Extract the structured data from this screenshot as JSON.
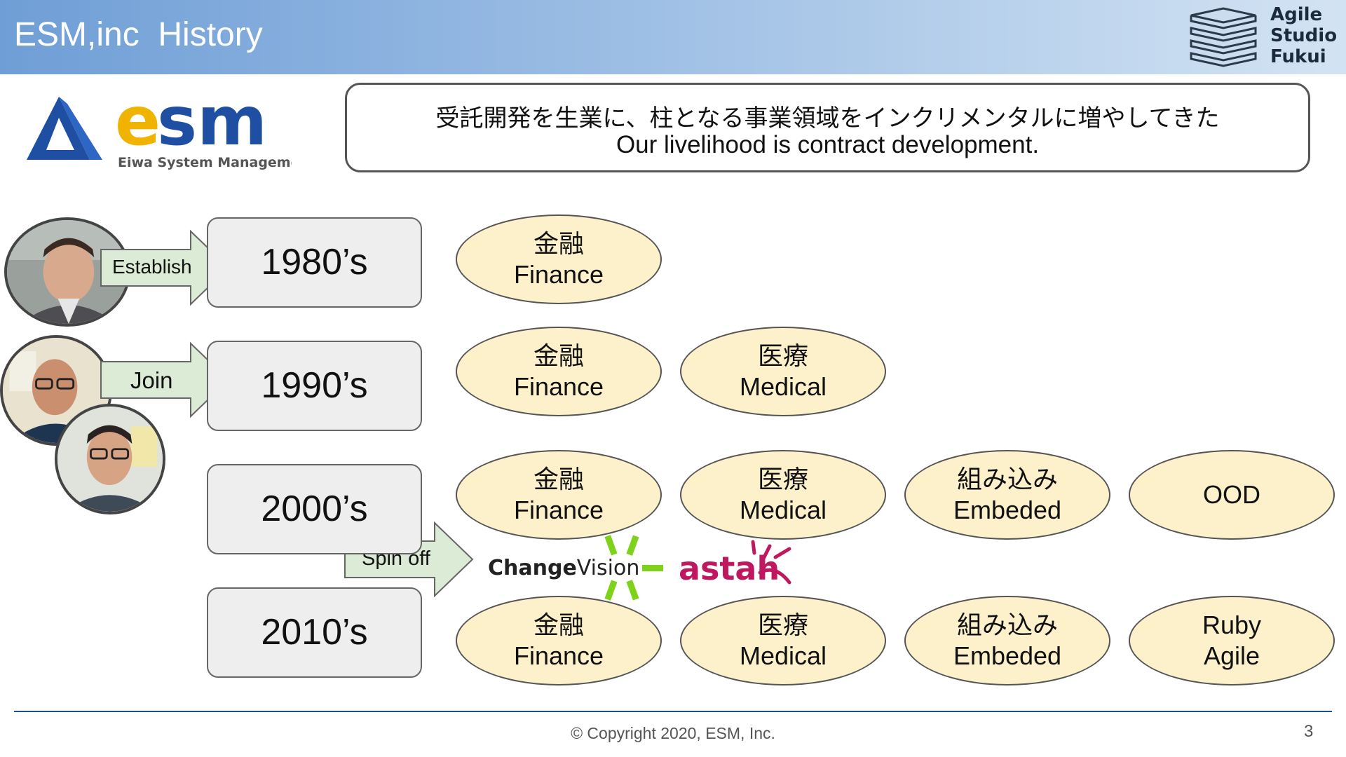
{
  "header": {
    "title": "ESM,inc  History",
    "brand_lines": [
      "Agile",
      "Studio",
      "Fukui"
    ]
  },
  "logo": {
    "wordmark": "esm",
    "subtitle": "Eiwa System Management",
    "colors": {
      "triangle": "#1f4fa3",
      "e": "#f0b400",
      "sm": "#1f4fa3"
    }
  },
  "tagline": {
    "jp": "受託開発を生業に、柱となる事業領域をインクリメンタルに増やしてきた",
    "en": "Our livelihood is contract development."
  },
  "arrows": {
    "establish": "Establish",
    "join": "Join",
    "spin_off": "Spin off"
  },
  "decades": [
    "1980’s",
    "1990’s",
    "2000’s",
    "2010’s"
  ],
  "rows": [
    [
      {
        "jp": "金融",
        "en": "Finance"
      }
    ],
    [
      {
        "jp": "金融",
        "en": "Finance"
      },
      {
        "jp": "医療",
        "en": "Medical"
      }
    ],
    [
      {
        "jp": "金融",
        "en": "Finance"
      },
      {
        "jp": "医療",
        "en": "Medical"
      },
      {
        "jp": "組み込み",
        "en": "Embeded"
      },
      {
        "jp": "",
        "en": "OOD"
      }
    ],
    [
      {
        "jp": "金融",
        "en": "Finance"
      },
      {
        "jp": "医療",
        "en": "Medical"
      },
      {
        "jp": "組み込み",
        "en": "Embeded"
      },
      {
        "jp": "Ruby",
        "en": "Agile"
      }
    ]
  ],
  "spinoff_logos": {
    "changevision_bold": "Change",
    "changevision_light": "Vision",
    "astah": "astah"
  },
  "colors": {
    "ellipse_fill": "#fdf1cb",
    "decade_fill": "#eeeeee",
    "arrow_fill": "#dcebd5",
    "header_left": "#6f9ed6",
    "header_right": "#d3e3f3",
    "astah": "#c0185f",
    "changevision_ray": "#7fd21a"
  },
  "footer": {
    "copyright": "©  Copyright 2020, ESM, Inc.",
    "page": "3"
  }
}
